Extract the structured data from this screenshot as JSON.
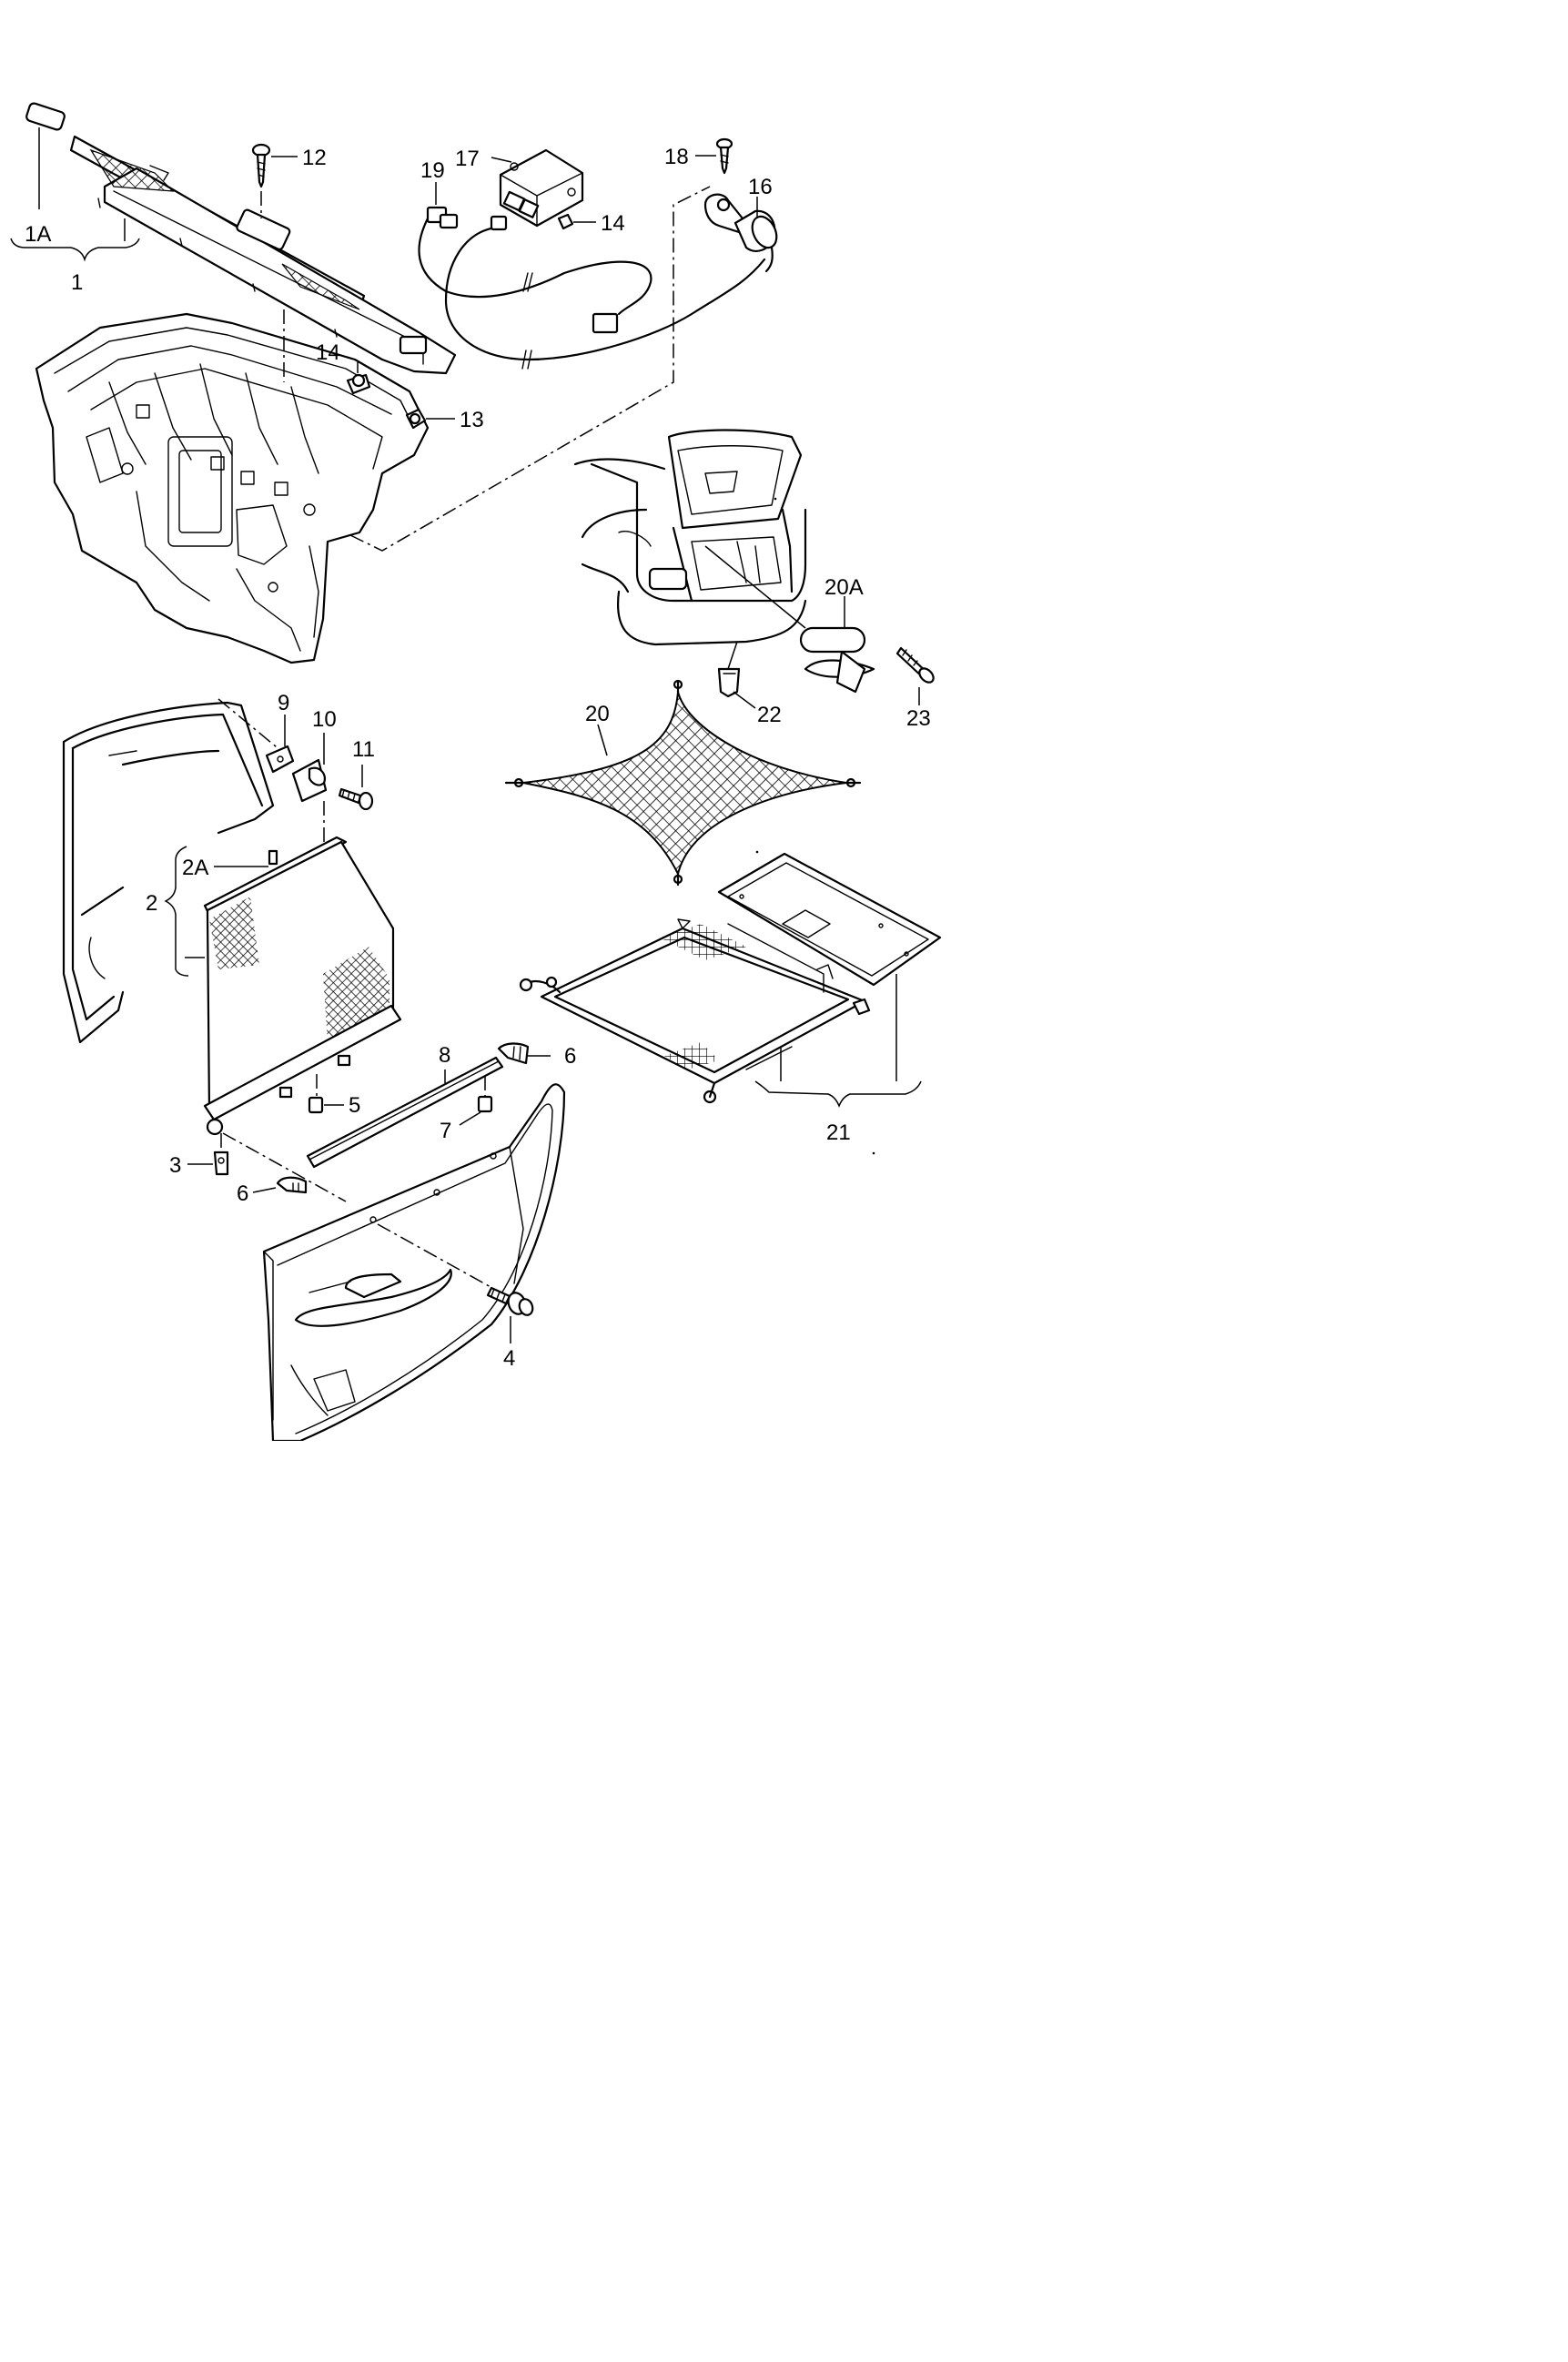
{
  "callouts": {
    "c1": "1",
    "c1A": "1A",
    "c2": "2",
    "c2A": "2A",
    "c3": "3",
    "c4": "4",
    "c5": "5",
    "c6a": "6",
    "c6b": "6",
    "c7": "7",
    "c8": "8",
    "c9": "9",
    "c10": "10",
    "c11": "11",
    "c12": "12",
    "c13": "13",
    "c14a": "14",
    "c14b": "14",
    "c16": "16",
    "c17": "17",
    "c18": "18",
    "c19": "19",
    "c20": "20",
    "c20A": "20A",
    "c21": "21",
    "c22": "22",
    "c23": "23"
  }
}
